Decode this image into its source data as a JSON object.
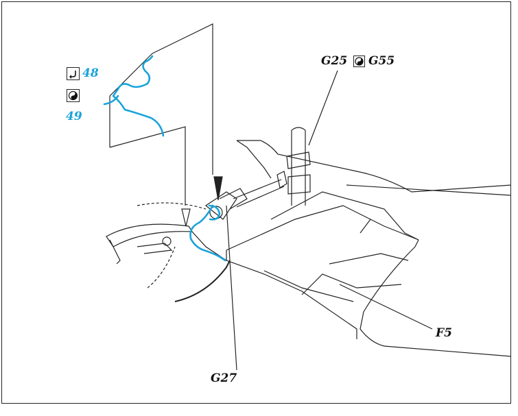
{
  "labels": {
    "g25": "G25",
    "g55": "G55",
    "num48": "48",
    "num49": "49",
    "f5": "F5",
    "g27": "G27"
  },
  "icons": {
    "hook": "hook-arrow-icon",
    "yinyang": "yin-yang-icon"
  },
  "colors": {
    "thread": "#1aa3d9",
    "line": "#222222",
    "accent_label": "#1aa3d9"
  }
}
